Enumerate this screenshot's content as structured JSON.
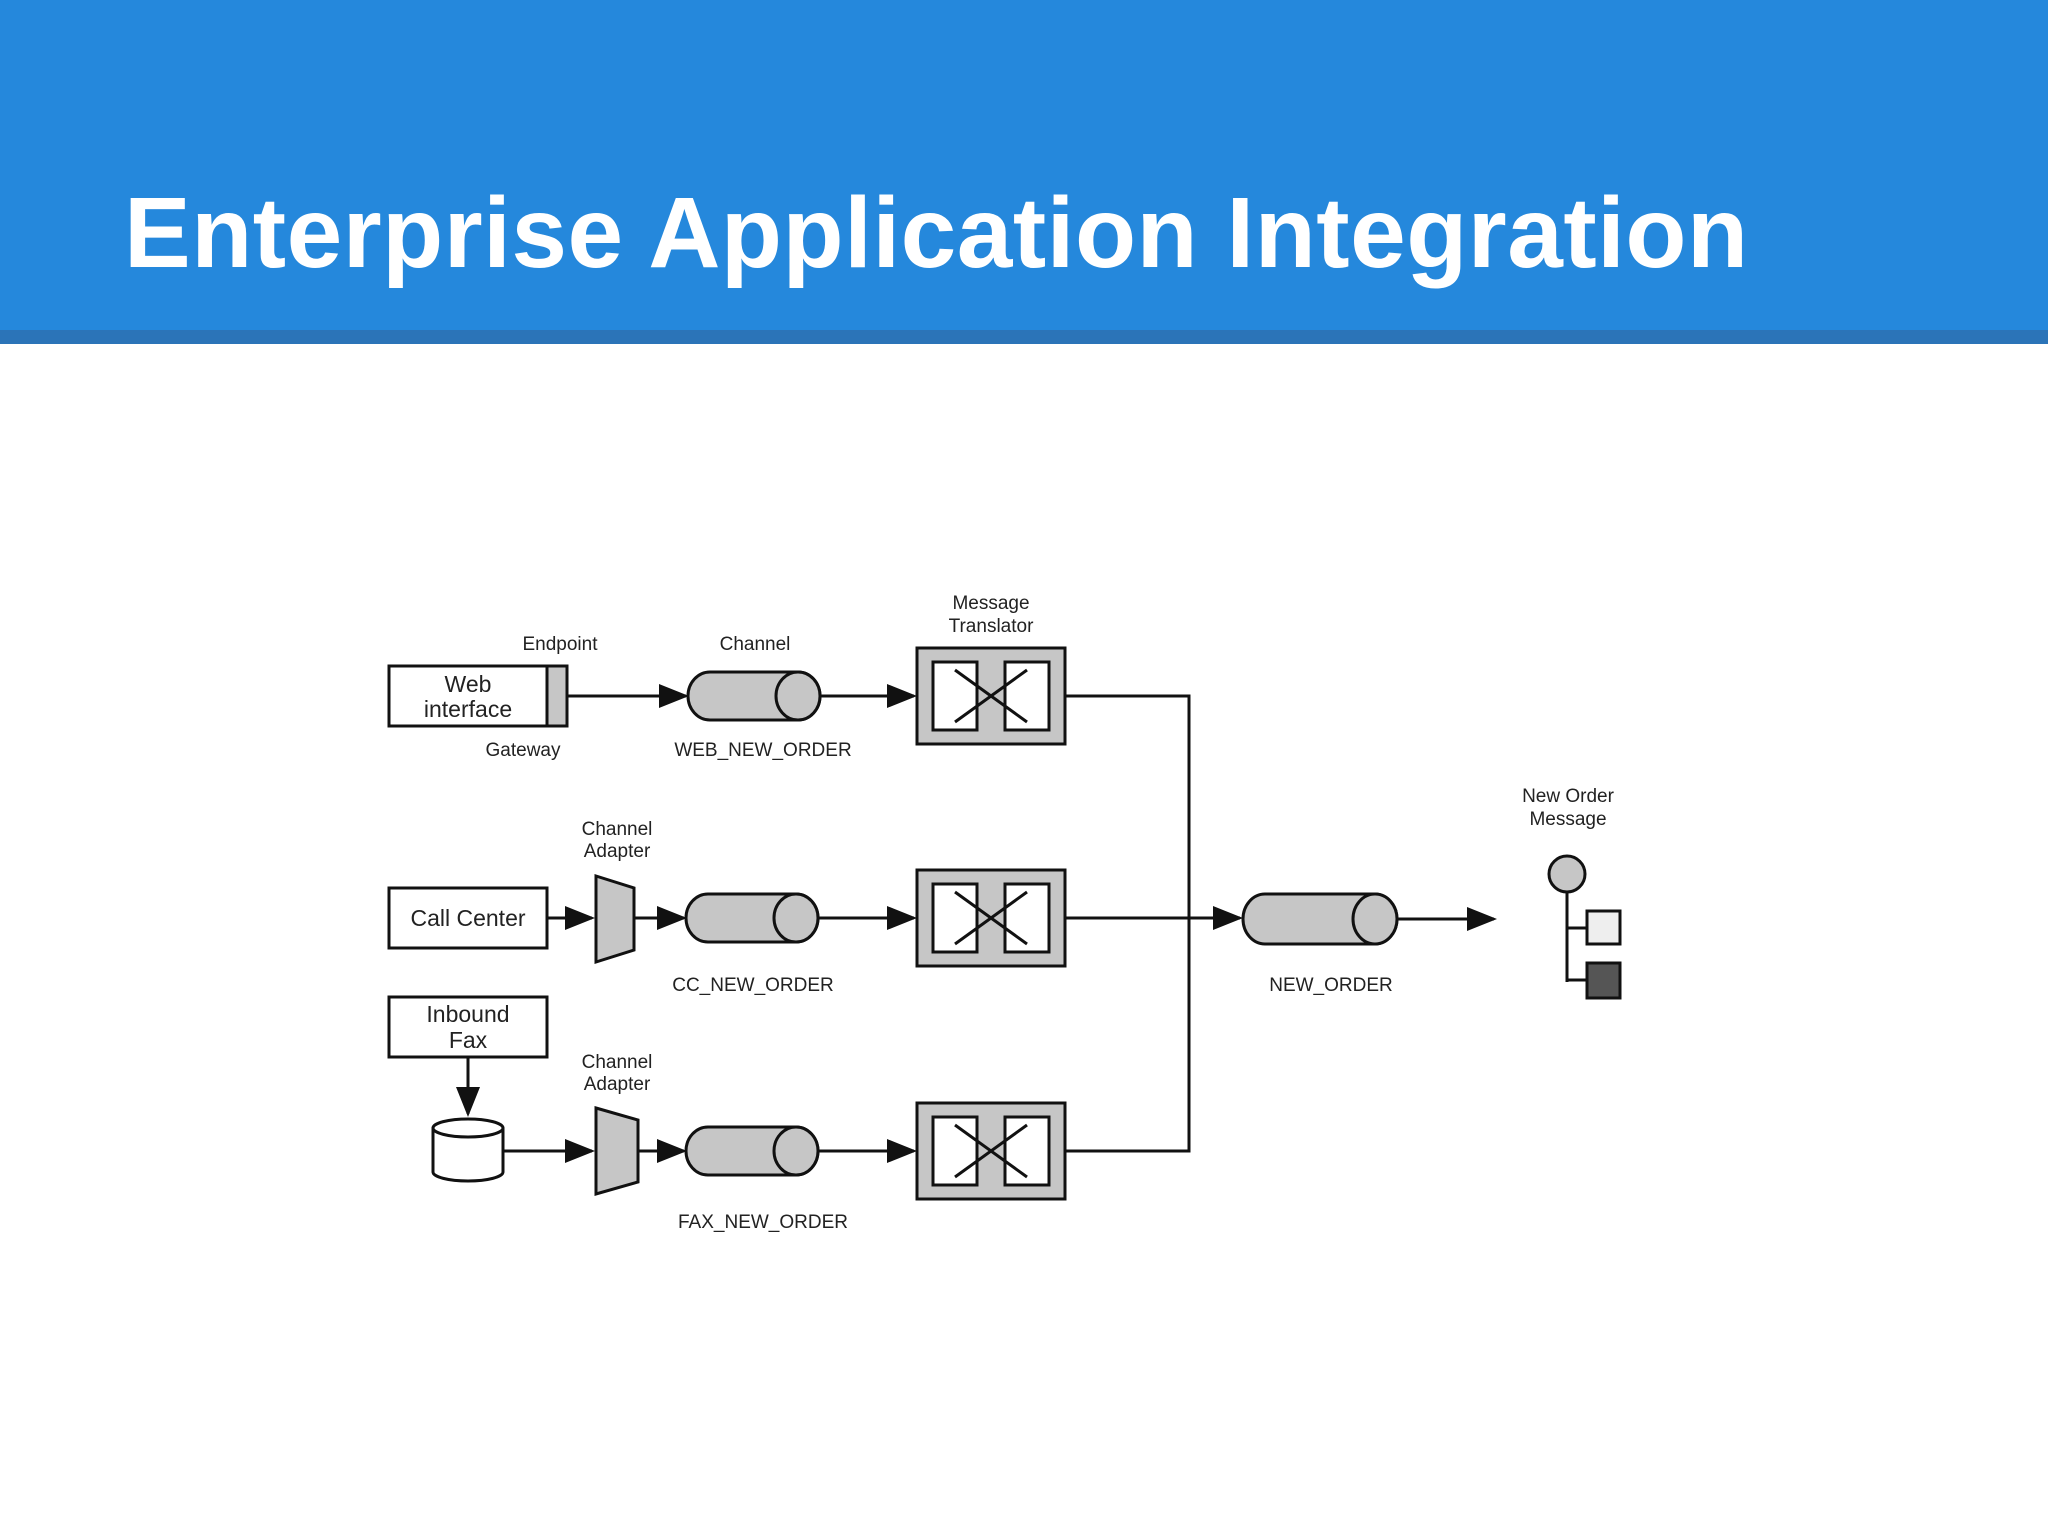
{
  "slide": {
    "title": "Enterprise Application Integration"
  },
  "diagram": {
    "labels": {
      "endpoint": "Endpoint",
      "gateway": "Gateway",
      "channel": "Channel",
      "channel_adapter_1": [
        "Channel",
        "Adapter"
      ],
      "channel_adapter_2": [
        "Channel",
        "Adapter"
      ],
      "message_translator": [
        "Message",
        "Translator"
      ],
      "new_order_message": [
        "New Order",
        "Message"
      ]
    },
    "sources": {
      "web_interface": [
        "Web",
        "interface"
      ],
      "call_center": [
        "Call Center"
      ],
      "inbound_fax": [
        "Inbound",
        "Fax"
      ]
    },
    "channels": {
      "web": "WEB_NEW_ORDER",
      "cc": "CC_NEW_ORDER",
      "fax": "FAX_NEW_ORDER",
      "output": "NEW_ORDER"
    },
    "colors": {
      "header": "#2588dc",
      "header_rule": "#2b74b8",
      "shape_fill": "#c6c6c6",
      "stroke": "#111111",
      "message_body_dark": "#555555",
      "message_body_light": "#eeeeee"
    }
  }
}
